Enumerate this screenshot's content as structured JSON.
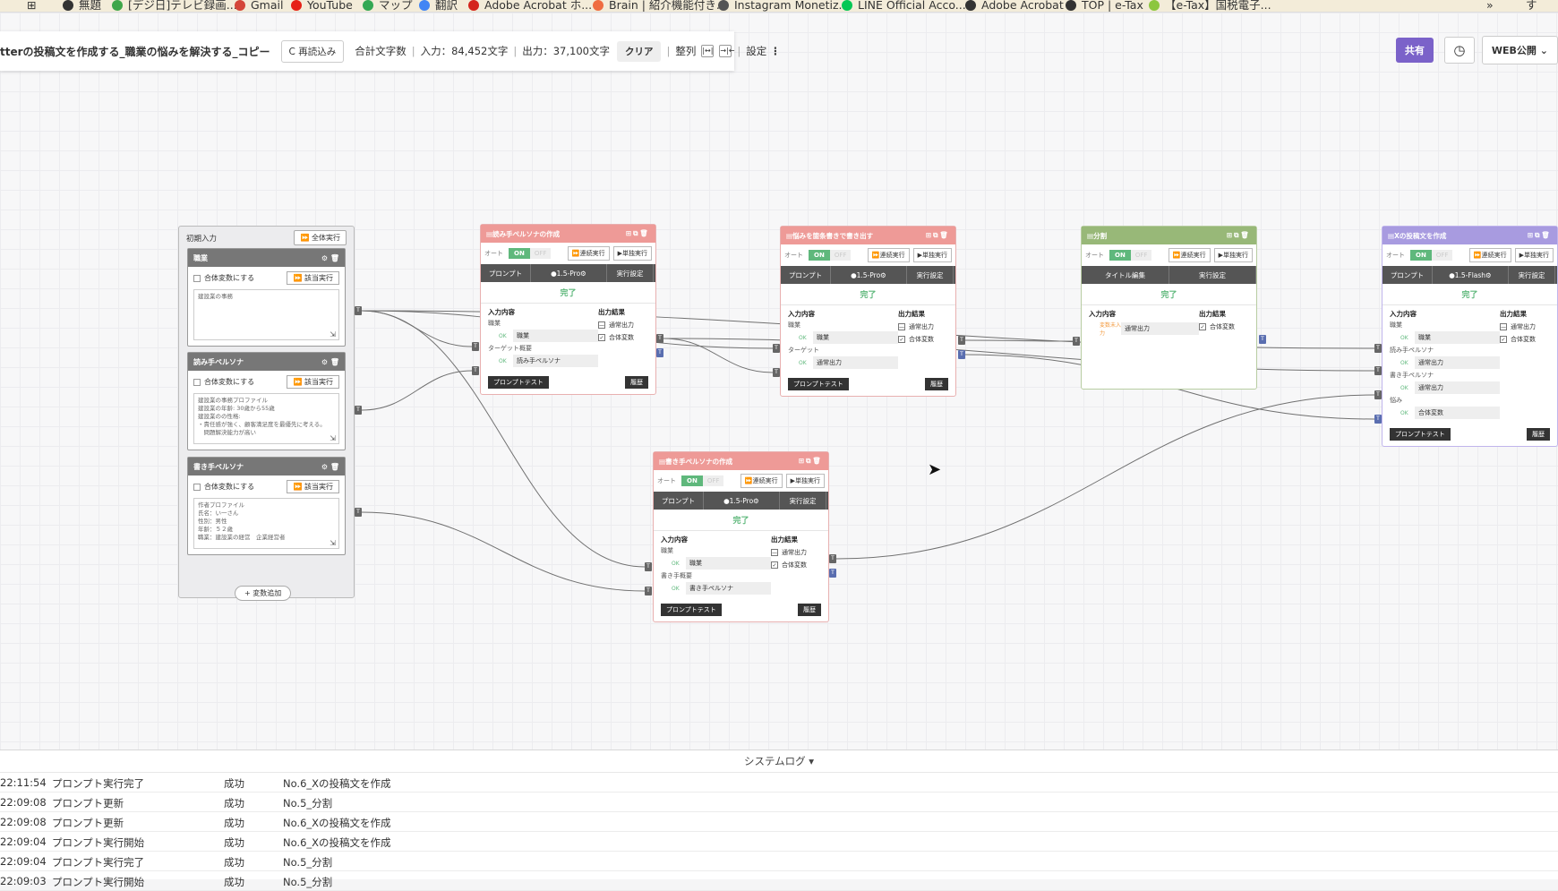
{
  "bookmarks": [
    {
      "label": "無題",
      "icon": "globe-icon",
      "color": "#333333"
    },
    {
      "label": "[デジ日]テレビ録画...",
      "icon": "dots-icon",
      "color": "#3ea64a"
    },
    {
      "label": "Gmail",
      "icon": "gmail-icon",
      "color": "#d44638"
    },
    {
      "label": "YouTube",
      "icon": "youtube-icon",
      "color": "#e62117"
    },
    {
      "label": "マップ",
      "icon": "maps-icon",
      "color": "#34a853"
    },
    {
      "label": "翻訳",
      "icon": "translate-icon",
      "color": "#4285f4"
    },
    {
      "label": "Adobe Acrobat ホ...",
      "icon": "acrobat-icon",
      "color": "#d4251c"
    },
    {
      "label": "Brain | 紹介機能付き...",
      "icon": "brain-icon",
      "color": "#ef6c40"
    },
    {
      "label": "Instagram Monetiz...",
      "icon": "instagram-icon",
      "color": "#555555"
    },
    {
      "label": "LINE Official Acco...",
      "icon": "line-icon",
      "color": "#06c755"
    },
    {
      "label": "Adobe Acrobat",
      "icon": "globe-icon",
      "color": "#333333"
    },
    {
      "label": "TOP | e-Tax",
      "icon": "globe-icon",
      "color": "#333333"
    },
    {
      "label": "【e-Tax】国税電子...",
      "icon": "etax-icon",
      "color": "#8cc63f"
    }
  ],
  "bookmarks_more": "»",
  "bookmarks_folder": "す",
  "toolbar": {
    "title": "tterの投稿文を作成する_職業の悩みを解決する_コピー",
    "reload": "C 再読込み",
    "total_chars": "合計文字数",
    "input_chars": "入力：84,452文字",
    "output_chars": "出力：37,100文字",
    "clear": "クリア",
    "align": "整列",
    "settings": "設定"
  },
  "top_right": {
    "share": "共有",
    "web": "WEB公開"
  },
  "panel": {
    "title": "初期入力",
    "run_all": "全体実行",
    "add_var": "+ 変数追加",
    "vars": [
      {
        "name": "職業",
        "combine": "合体変数にする",
        "run": "該当実行",
        "text": "建設業の事務"
      },
      {
        "name": "読み手ペルソナ",
        "combine": "合体変数にする",
        "run": "該当実行",
        "text": "建設業の事務プロファイル\n建設業の年齢: 30歳から55歳\n建設業のの性格:\n・責任感が強く、顧客満足度を最優先に考える。\n　問題解決能力が高い"
      },
      {
        "name": "書き手ペルソナ",
        "combine": "合体変数にする",
        "run": "該当実行",
        "text": "作者プロファイル\n氏名：い一さん\n性別：男性\n年齢：５２歳\n職業：建設業の経営　企業経営者"
      }
    ]
  },
  "nodes": [
    {
      "id": "n1",
      "title": "読み手ペルソナの作成",
      "auto": "オート",
      "on": "ON",
      "off": "OFF",
      "run_cont": "連続実行",
      "run_single": "単独実行",
      "tabs": [
        "プロンプト",
        "1.5-Pro",
        "実行設定"
      ],
      "status": "完了",
      "in_label": "入力内容",
      "out_label": "出力結果",
      "inputs": [
        {
          "label": "職業",
          "tag": "OK",
          "value": "職業"
        },
        {
          "label": "ターゲット概要",
          "tag": "OK",
          "value": "読み手ペルソナ"
        }
      ],
      "outputs": [
        "通常出力",
        "合体変数"
      ],
      "test": "プロンプトテスト",
      "history": "履歴"
    },
    {
      "id": "n2",
      "title": "悩みを箇条書きで書き出す",
      "auto": "オート",
      "on": "ON",
      "off": "OFF",
      "run_cont": "連続実行",
      "run_single": "単独実行",
      "tabs": [
        "プロンプト",
        "1.5-Pro",
        "実行設定"
      ],
      "status": "完了",
      "in_label": "入力内容",
      "out_label": "出力結果",
      "inputs": [
        {
          "label": "職業",
          "tag": "OK",
          "value": "職業"
        },
        {
          "label": "ターゲット",
          "tag": "OK",
          "value": "通常出力"
        }
      ],
      "outputs": [
        "通常出力",
        "合体変数"
      ],
      "test": "プロンプトテスト",
      "history": "履歴"
    },
    {
      "id": "n3",
      "title": "分割",
      "auto": "オート",
      "on": "ON",
      "off": "OFF",
      "run_cont": "連続実行",
      "run_single": "単独実行",
      "tabs": [
        "タイトル編集",
        "実行設定"
      ],
      "status": "完了",
      "in_label": "入力内容",
      "out_label": "出力結果",
      "inputs": [
        {
          "label": "",
          "tag": "変数未入力",
          "value": "通常出力"
        }
      ],
      "outputs": [
        "合体変数"
      ],
      "test": "",
      "history": ""
    },
    {
      "id": "n4",
      "title": "Xの投稿文を作成",
      "auto": "オート",
      "on": "ON",
      "off": "OFF",
      "run_cont": "連続実行",
      "run_single": "単独実行",
      "tabs": [
        "プロンプト",
        "1.5-Flash",
        "実行設定"
      ],
      "status": "完了",
      "in_label": "入力内容",
      "out_label": "出力結果",
      "inputs": [
        {
          "label": "職業",
          "tag": "OK",
          "value": "職業"
        },
        {
          "label": "読み手ペルソナ",
          "tag": "OK",
          "value": "通常出力"
        },
        {
          "label": "書き手ペルソナ",
          "tag": "OK",
          "value": "通常出力"
        },
        {
          "label": "悩み",
          "tag": "OK",
          "value": "合体変数"
        }
      ],
      "outputs": [
        "通常出力",
        "合体変数"
      ],
      "test": "プロンプトテスト",
      "history": "履歴"
    },
    {
      "id": "n5",
      "title": "書き手ペルソナの作成",
      "auto": "オート",
      "on": "ON",
      "off": "OFF",
      "run_cont": "連続実行",
      "run_single": "単独実行",
      "tabs": [
        "プロンプト",
        "1.5-Pro",
        "実行設定"
      ],
      "status": "完了",
      "in_label": "入力内容",
      "out_label": "出力結果",
      "inputs": [
        {
          "label": "職業",
          "tag": "OK",
          "value": "職業"
        },
        {
          "label": "書き手概要",
          "tag": "OK",
          "value": "書き手ペルソナ"
        }
      ],
      "outputs": [
        "通常出力",
        "合体変数"
      ],
      "test": "プロンプトテスト",
      "history": "履歴"
    }
  ],
  "port_letter": "T",
  "log": {
    "title": "システムログ",
    "rows": [
      {
        "time": "22:11:54",
        "event": "プロンプト実行完了",
        "status": "成功",
        "target": "No.6_Xの投稿文を作成"
      },
      {
        "time": "22:09:08",
        "event": "プロンプト更新",
        "status": "成功",
        "target": "No.5_分割"
      },
      {
        "time": "22:09:08",
        "event": "プロンプト更新",
        "status": "成功",
        "target": "No.6_Xの投稿文を作成"
      },
      {
        "time": "22:09:04",
        "event": "プロンプト実行開始",
        "status": "成功",
        "target": "No.6_Xの投稿文を作成"
      },
      {
        "time": "22:09:04",
        "event": "プロンプト実行完了",
        "status": "成功",
        "target": "No.5_分割"
      },
      {
        "time": "22:09:03",
        "event": "プロンプト実行開始",
        "status": "成功",
        "target": "No.5_分割"
      }
    ]
  }
}
